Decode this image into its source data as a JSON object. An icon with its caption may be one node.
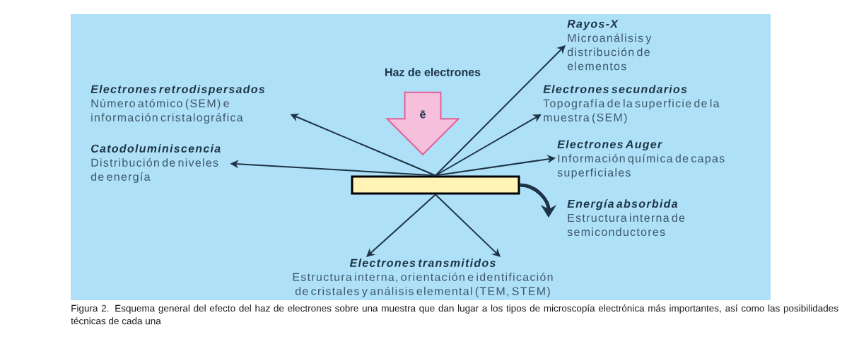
{
  "diagram": {
    "caption": "Figura 2. Esquema general del efecto del haz de electrones sobre una muestra que dan lugar a los tipos de microscopía electrónica más importantes, así como las posibilidades técnicas de cada una",
    "nodes": [
      {
        "text": [],
        "shape": "box"
      },
      {
        "text": [
          "Haz de electrones",
          "ē"
        ]
      },
      {
        "text": [
          "Rayos-X",
          "Microanálisis y distribución de elementos"
        ]
      },
      {
        "text": [
          "Electrones retrodispersados",
          "Número atómico (SEM) e información cristalográfica"
        ]
      },
      {
        "text": [
          "Electrones secundarios",
          "Topografía de la superficie de la muestra (SEM)"
        ]
      },
      {
        "text": [
          "Catodoluminiscencia",
          "Distribución de niveles de energía"
        ]
      },
      {
        "text": [
          "Electrones Auger",
          "Información química de capas superficiales"
        ]
      },
      {
        "text": [
          "Energía absorbida",
          "Estructura interna de semiconductores"
        ]
      },
      {
        "text": [
          "Electrones transmitidos",
          "Estructura interna, orientación e identificación de cristales y análisis elemental (TEM, STEM)"
        ]
      }
    ],
    "edges": [
      {
        "from": 0,
        "to": 2,
        "arrow": "to"
      },
      {
        "from": 0,
        "to": 3,
        "arrow": "to"
      },
      {
        "from": 0,
        "to": 4,
        "arrow": "to"
      },
      {
        "from": 0,
        "to": 5,
        "arrow": "to"
      },
      {
        "from": 0,
        "to": 6,
        "arrow": "to"
      },
      {
        "from": 0,
        "to": 7,
        "arrow": "to",
        "style": "thick"
      },
      {
        "from": 0,
        "to": 8,
        "arrow": "to"
      },
      {
        "from": 0,
        "to": 8,
        "arrow": "to"
      }
    ]
  }
}
